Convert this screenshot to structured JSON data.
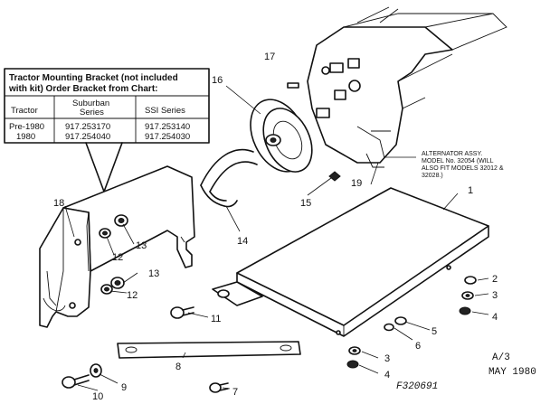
{
  "diagram": {
    "chart_box": {
      "title_line1": "Tractor Mounting Bracket (not included",
      "title_line2": "with kit) Order Bracket from Chart:",
      "headers": {
        "tractor": "Tractor",
        "suburban": "Suburban",
        "suburban2": "Series",
        "ssi": "SSI Series"
      },
      "rows": [
        {
          "tractor": "Pre-1980",
          "suburban": "917.253170",
          "ssi": "917.253140"
        },
        {
          "tractor": "1980",
          "suburban": "917.254040",
          "ssi": "917.254030"
        }
      ]
    },
    "alternator_note": {
      "line1": "ALTERNATOR ASSY.",
      "line2": "MODEL No. 32054 (WILL",
      "line3": "ALSO FIT MODELS 32012 &",
      "line4": "32028.)"
    },
    "part_numbers": {
      "p1": "1",
      "p2": "2",
      "p3a": "3",
      "p4a": "4",
      "p5": "5",
      "p6": "6",
      "p3b": "3",
      "p4b": "4",
      "p7": "7",
      "p8": "8",
      "p9": "9",
      "p10": "10",
      "p11": "11",
      "p12a": "12",
      "p12b": "12",
      "p13a": "13",
      "p13b": "13",
      "p14": "14",
      "p15": "15",
      "p16": "16",
      "p17": "17",
      "p18": "18",
      "p19": "19"
    },
    "footer": {
      "page": "A/3",
      "date": "MAY 1980",
      "figure_id": "F320691"
    }
  }
}
